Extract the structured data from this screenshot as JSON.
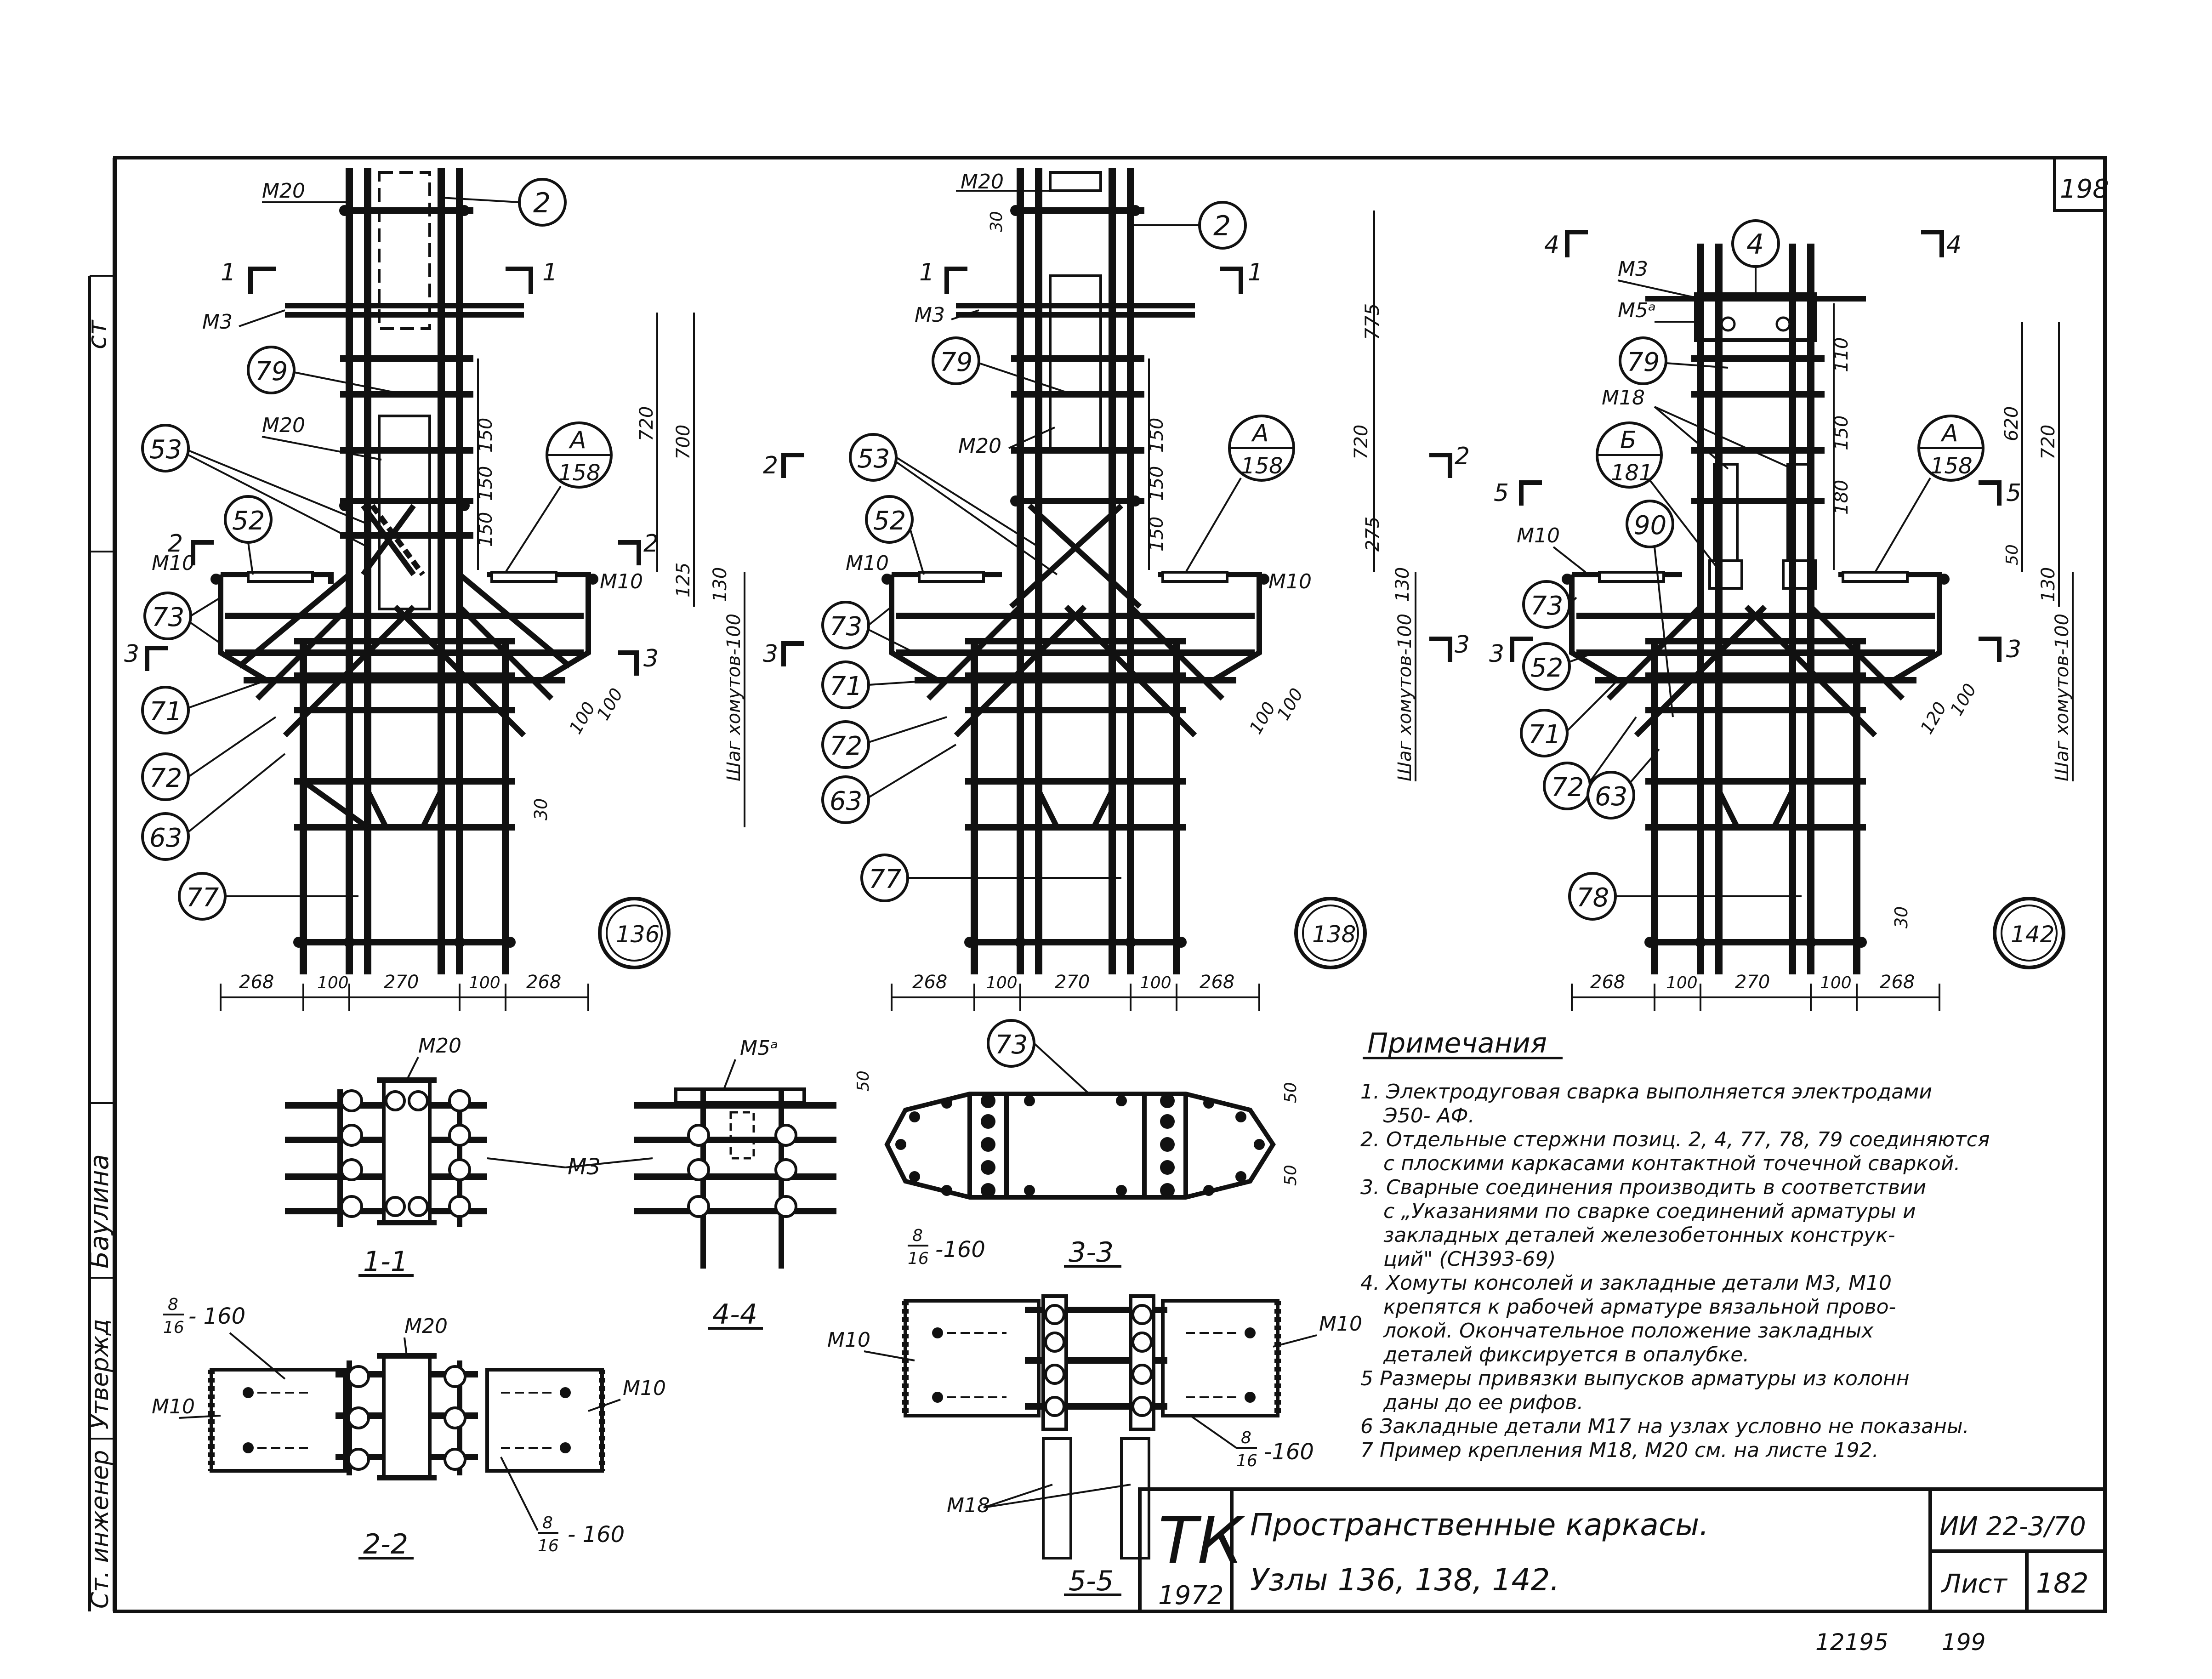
{
  "sheet": {
    "number": "198",
    "series": "ИИ 22-3/70",
    "sheet_label": "Лист",
    "sheet_no": "182",
    "tk": "ТК",
    "year": "1972",
    "title_line1": "Пространственные каркасы.",
    "title_line2": "Узлы 136, 138, 142.",
    "bottom_num1": "12195",
    "bottom_num2": "199",
    "side_label_top": "ст",
    "side_stamp1": "Баулина",
    "side_stamp2": "Утвержд",
    "side_stamp3": "Ст. инженер"
  },
  "nodes": [
    {
      "id": "136",
      "section_marks": [
        "1",
        "1",
        "2",
        "2",
        "3",
        "3"
      ],
      "callouts": [
        "2",
        "79",
        "53",
        "52",
        "73",
        "71",
        "72",
        "63",
        "77"
      ],
      "parts": [
        "М20",
        "М3",
        "М20",
        "М10",
        "М10"
      ],
      "detail_ref": {
        "letter": "А",
        "sheet": "158"
      },
      "dims_vert": [
        "150",
        "150",
        "150",
        "720",
        "700",
        "125",
        "130",
        "Шаг хомутов-100"
      ],
      "dims_diag": [
        "100",
        "100"
      ],
      "dim_small": "30",
      "dims_bottom": [
        "268",
        "100",
        "270",
        "100",
        "268"
      ]
    },
    {
      "id": "138",
      "section_marks": [
        "1",
        "1",
        "2",
        "2",
        "3",
        "3"
      ],
      "callouts": [
        "2",
        "79",
        "53",
        "52",
        "73",
        "71",
        "72",
        "63",
        "77"
      ],
      "parts": [
        "М20",
        "М3",
        "М20",
        "М10",
        "М10"
      ],
      "detail_ref": {
        "letter": "А",
        "sheet": "158"
      },
      "dims_vert": [
        "30",
        "775",
        "150",
        "150",
        "720",
        "275",
        "150",
        "130",
        "Шаг хомутов-100"
      ],
      "dims_diag": [
        "100",
        "100"
      ],
      "dims_bottom": [
        "268",
        "100",
        "270",
        "100",
        "268"
      ]
    },
    {
      "id": "142",
      "section_marks": [
        "4",
        "4",
        "5",
        "5",
        "3",
        "3"
      ],
      "callouts": [
        "4",
        "79",
        "90",
        "73",
        "52",
        "71",
        "72",
        "63",
        "78"
      ],
      "parts": [
        "М3",
        "М5ᵃ",
        "М18",
        "М10"
      ],
      "detail_refs": [
        {
          "letter": "Б",
          "sheet": "181"
        },
        {
          "letter": "А",
          "sheet": "158"
        }
      ],
      "dims_vert": [
        "110",
        "150",
        "180",
        "620",
        "720",
        "50",
        "130",
        "Шаг хомутов-100"
      ],
      "dims_diag": [
        "120",
        "100"
      ],
      "dim_small": "30",
      "dims_bottom": [
        "268",
        "100",
        "270",
        "100",
        "268"
      ]
    }
  ],
  "sections": {
    "s11": {
      "label": "1-1",
      "part_top": "М20",
      "part_side": "М3"
    },
    "s44": {
      "label": "4-4",
      "part_top": "М5ᵃ",
      "dim": "50"
    },
    "s33": {
      "label": "3-3",
      "callout": "73",
      "dims": [
        "50",
        "50"
      ],
      "spacing": "-160",
      "frac_top": "8",
      "frac_bot": "16"
    },
    "s22": {
      "label": "2-2",
      "part_top": "М20",
      "part_left": "М10",
      "part_right": "М10",
      "spacing": "- 160",
      "frac_top": "8",
      "frac_bot": "16"
    },
    "s55": {
      "label": "5-5",
      "part_left": "М10",
      "part_right": "М10",
      "part_bottom": "М18",
      "spacing": "-160",
      "frac_top": "8",
      "frac_bot": "16"
    }
  },
  "notes": {
    "heading": "Примечания",
    "items": [
      "1. Электродуговая сварка выполняется электродами",
      "Э50- АФ.",
      "2. Отдельные стержни позиц. 2, 4, 77, 78, 79 соединяются",
      "с плоскими каркасами контактной точечной сваркой.",
      "3. Сварные соединения производить в соответствии",
      "с „Указаниями по сварке соединений арматуры и",
      "закладных деталей железобетонных конструк-",
      "ций\" (СН393-69)",
      "4. Хомуты консолей и закладные детали М3, М10",
      "крепятся к рабочей арматуре вязальной прово-",
      "локой. Окончательное положение закладных",
      "деталей фиксируется в опалубке.",
      "5 Размеры привязки выпусков арматуры из колонн",
      "даны до ее рифов.",
      "6 Закладные детали М17 на узлах условно не показаны.",
      "7 Пример крепления М18, М20 см. на листе 192."
    ]
  }
}
